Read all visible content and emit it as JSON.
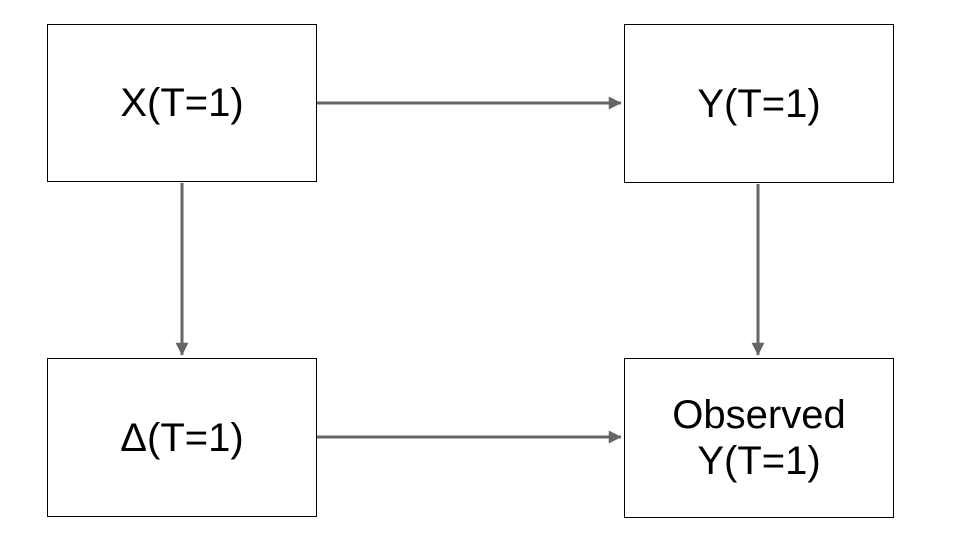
{
  "diagram": {
    "type": "flowchart",
    "background_color": "#ffffff",
    "node_fill_color": "#ffffff",
    "node_border_color": "#000000",
    "text_color": "#000000",
    "arrow_color": "#666666",
    "nodes": [
      {
        "id": "x_t1",
        "label": "X(T=1)"
      },
      {
        "id": "y_t1",
        "label": "Y(T=1)"
      },
      {
        "id": "delta_t1",
        "label": "Δ(T=1)"
      },
      {
        "id": "observed_y_t1",
        "label": "Observed\nY(T=1)"
      }
    ],
    "edges": [
      {
        "from": "x_t1",
        "to": "y_t1",
        "direction": "right"
      },
      {
        "from": "x_t1",
        "to": "delta_t1",
        "direction": "down"
      },
      {
        "from": "y_t1",
        "to": "observed_y_t1",
        "direction": "down"
      },
      {
        "from": "delta_t1",
        "to": "observed_y_t1",
        "direction": "right"
      }
    ]
  }
}
